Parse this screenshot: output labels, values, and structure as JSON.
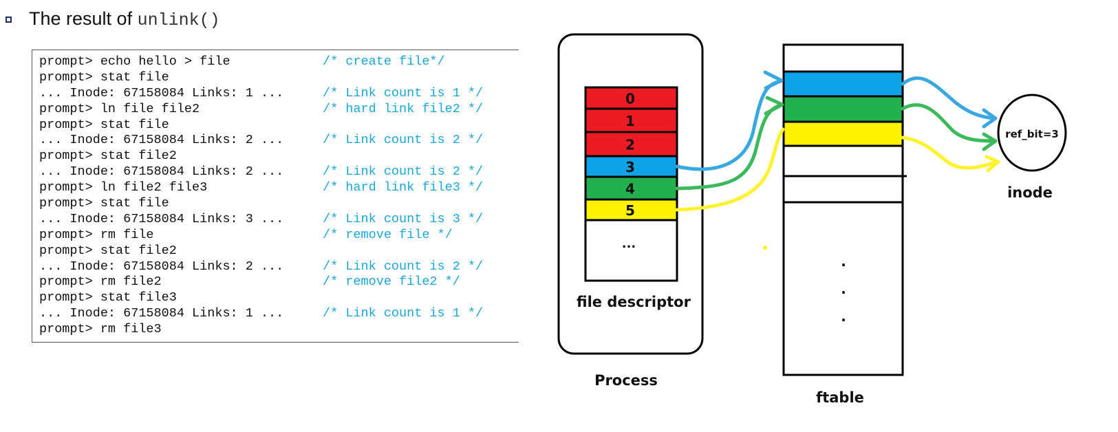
{
  "heading": {
    "prefix": "The result of ",
    "code": "unlink()"
  },
  "code": [
    {
      "cmd": "prompt> echo hello > file",
      "comment": "/* create file*/"
    },
    {
      "cmd": "prompt> stat file",
      "comment": ""
    },
    {
      "cmd": "... Inode: 67158084 Links: 1 ...",
      "comment": "/* Link count is 1 */"
    },
    {
      "cmd": "prompt> ln file file2",
      "comment": "/* hard link file2 */"
    },
    {
      "cmd": "prompt> stat file",
      "comment": ""
    },
    {
      "cmd": "... Inode: 67158084 Links: 2 ...",
      "comment": "/* Link count is 2 */"
    },
    {
      "cmd": "prompt> stat file2",
      "comment": ""
    },
    {
      "cmd": "... Inode: 67158084 Links: 2 ...",
      "comment": "/* Link count is 2 */"
    },
    {
      "cmd": "prompt> ln file2 file3",
      "comment": "/* hard link file3 */"
    },
    {
      "cmd": "prompt> stat file",
      "comment": ""
    },
    {
      "cmd": "... Inode: 67158084 Links: 3 ...",
      "comment": "/* Link count is 3 */"
    },
    {
      "cmd": "prompt> rm file",
      "comment": "/* remove file */"
    },
    {
      "cmd": "prompt> stat file2",
      "comment": ""
    },
    {
      "cmd": "... Inode: 67158084 Links: 2 ...",
      "comment": "/* Link count is 2 */"
    },
    {
      "cmd": "prompt> rm file2",
      "comment": "/* remove file2 */"
    },
    {
      "cmd": "prompt> stat file3",
      "comment": ""
    },
    {
      "cmd": "... Inode: 67158084 Links: 1 ...",
      "comment": "/* Link count is 1 */"
    },
    {
      "cmd": "prompt> rm file3",
      "comment": ""
    }
  ],
  "diagram": {
    "process_label": "Process",
    "fd_label": "file descriptor",
    "fd_entries": [
      {
        "label": "0",
        "color": "#ed1c24"
      },
      {
        "label": "1",
        "color": "#ed1c24"
      },
      {
        "label": "2",
        "color": "#ed1c24"
      },
      {
        "label": "3",
        "color": "#0ea2e6"
      },
      {
        "label": "4",
        "color": "#22b14c"
      },
      {
        "label": "5",
        "color": "#fff200"
      }
    ],
    "fd_more": "...",
    "ftable_label": "ftable",
    "ftable_colors": [
      "#0ea2e6",
      "#22b14c",
      "#fff200"
    ],
    "ftable_dots": [
      ".",
      ".",
      "."
    ],
    "inode_text": "ref_bit=3",
    "inode_label": "inode",
    "colors": {
      "blue": "#3aa8e0",
      "green": "#3bb95b",
      "yellow": "#fff22e"
    }
  }
}
